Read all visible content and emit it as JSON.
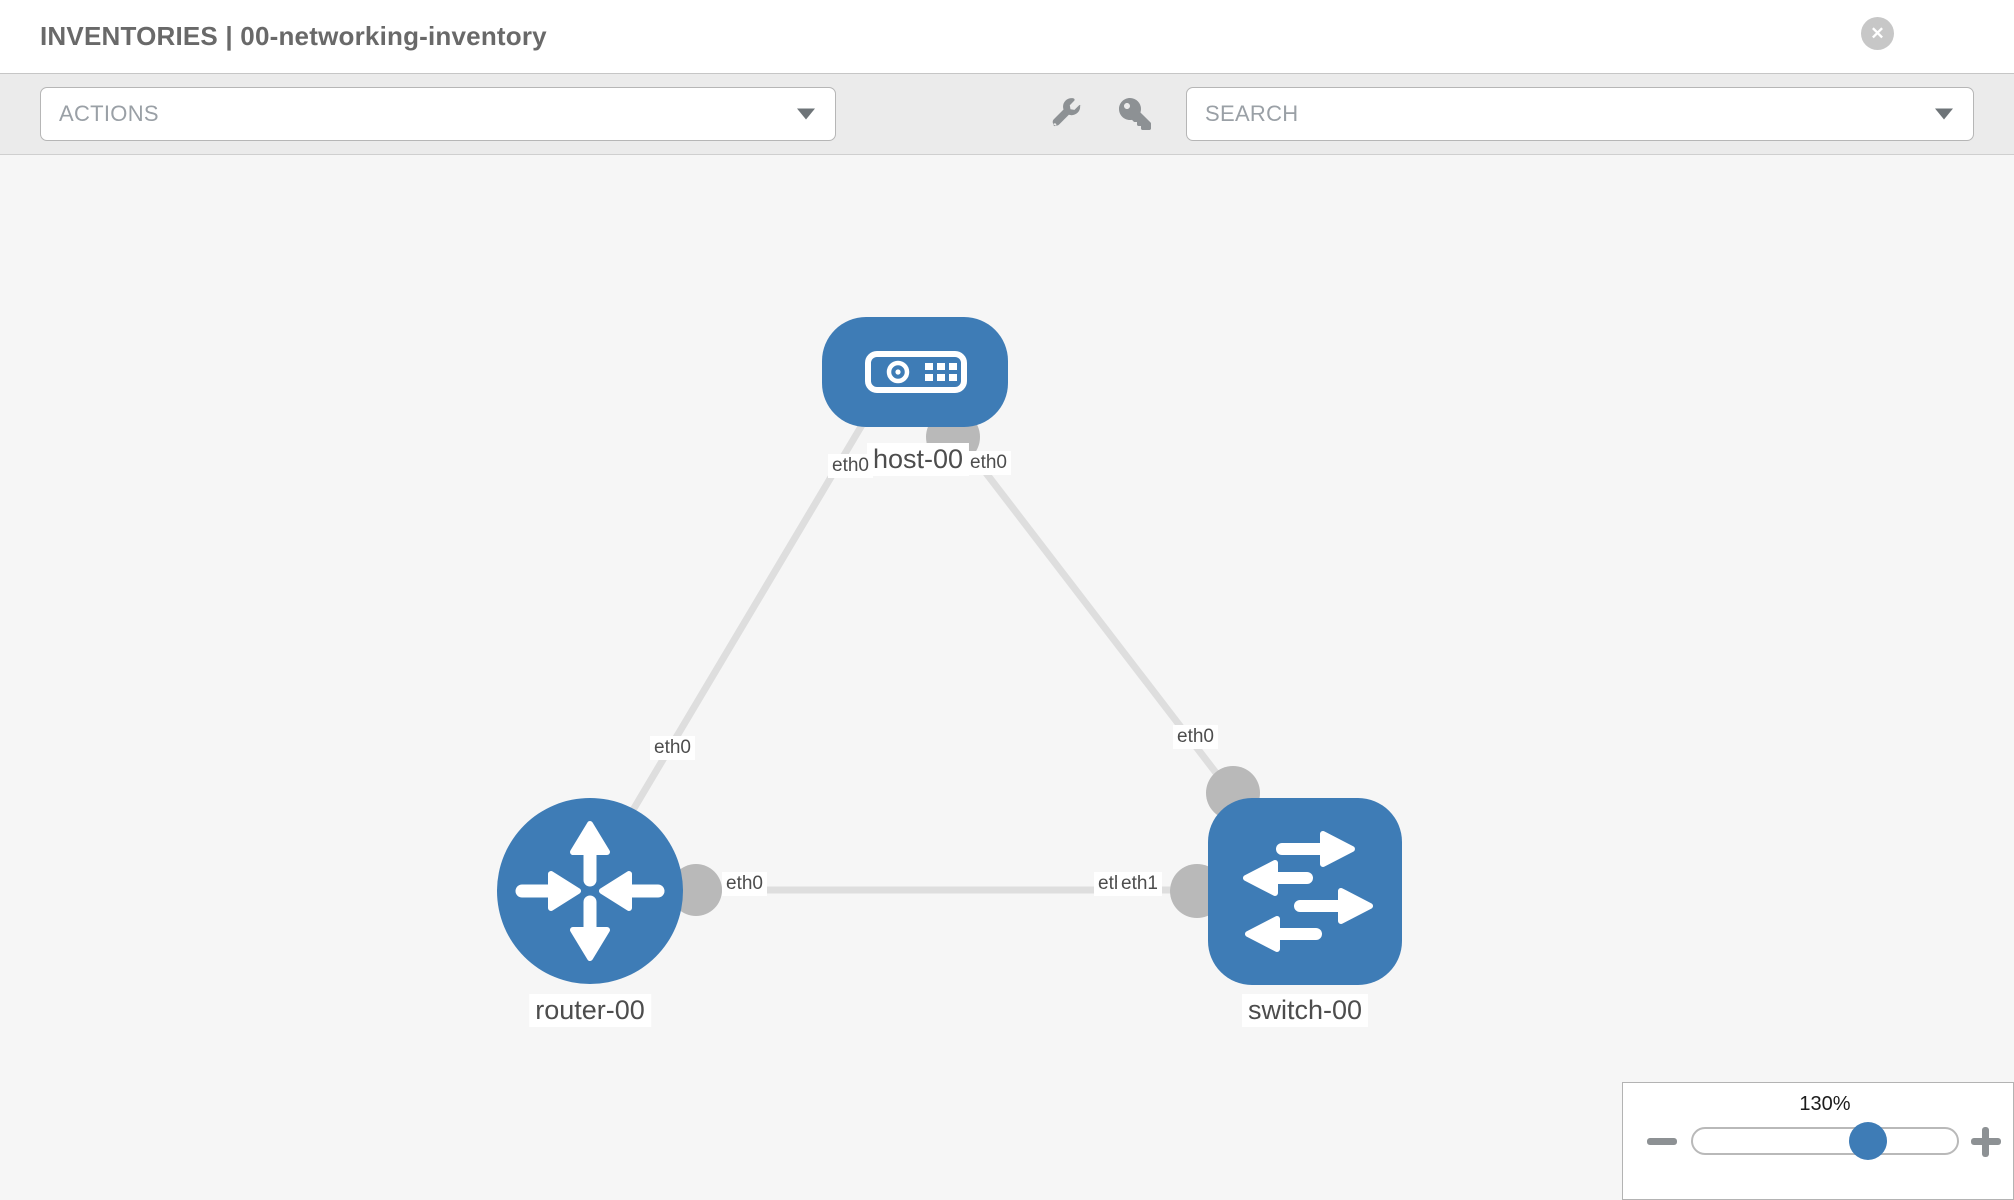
{
  "header": {
    "title": "INVENTORIES | 00-networking-inventory"
  },
  "toolbar": {
    "actions_label": "ACTIONS",
    "search_label": "SEARCH",
    "tool_icons": [
      "wrench-icon",
      "key-icon"
    ]
  },
  "topology": {
    "nodes": [
      {
        "label": "host-00",
        "type": "host"
      },
      {
        "label": "router-00",
        "type": "router"
      },
      {
        "label": "switch-00",
        "type": "switch"
      }
    ],
    "links": [
      {
        "from": "host-00",
        "to": "router-00"
      },
      {
        "from": "host-00",
        "to": "switch-00"
      },
      {
        "from": "router-00",
        "to": "switch-00"
      }
    ],
    "interface_labels": [
      {
        "text": "eth0",
        "at": "host-left"
      },
      {
        "text": "eth0",
        "at": "host-right"
      },
      {
        "text": "eth0",
        "at": "router-top"
      },
      {
        "text": "eth0",
        "at": "switch-top"
      },
      {
        "text": "eth0",
        "at": "router-switch-link-near-router"
      },
      {
        "text": "eth0",
        "at": "router-switch-link-near-switch-under"
      },
      {
        "text": "eth1",
        "at": "router-switch-link-near-switch-over"
      }
    ]
  },
  "zoom_control": {
    "level": "130%"
  },
  "colors": {
    "node_blue": "#3e7cb6",
    "port_gray": "#b9b9b9",
    "link_gray": "#dedede",
    "canvas_bg": "#f6f6f6",
    "toolbar_bg": "#ebebeb",
    "accent_text": "#4d4d4d"
  }
}
